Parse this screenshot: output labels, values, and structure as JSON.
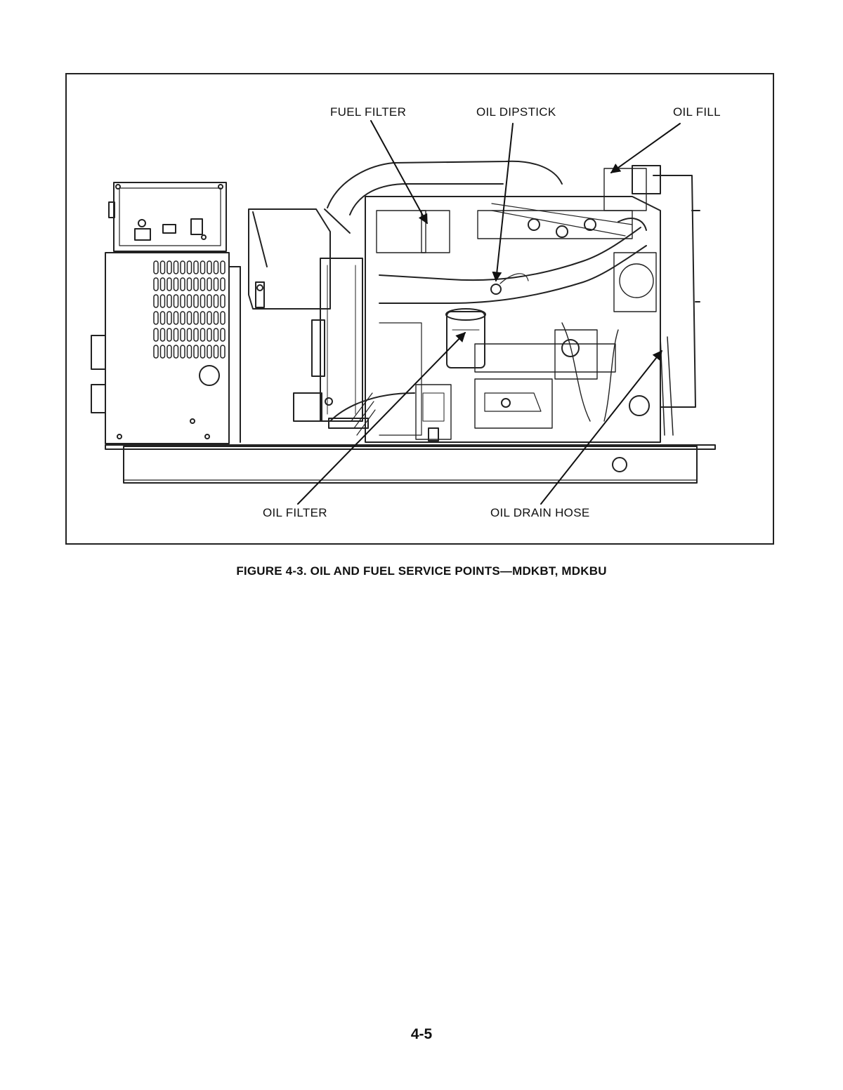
{
  "figure": {
    "callouts": {
      "fuel_filter": "FUEL FILTER",
      "oil_dipstick": "OIL DIPSTICK",
      "oil_fill": "OIL FILL",
      "oil_filter": "OIL FILTER",
      "oil_drain_hose": "OIL DRAIN HOSE"
    },
    "caption": "FIGURE 4-3. OIL AND FUEL SERVICE POINTS—MDKBT, MDKBU"
  },
  "page": {
    "number": "4-5"
  },
  "colors": {
    "line": "#222222",
    "background": "#ffffff"
  }
}
